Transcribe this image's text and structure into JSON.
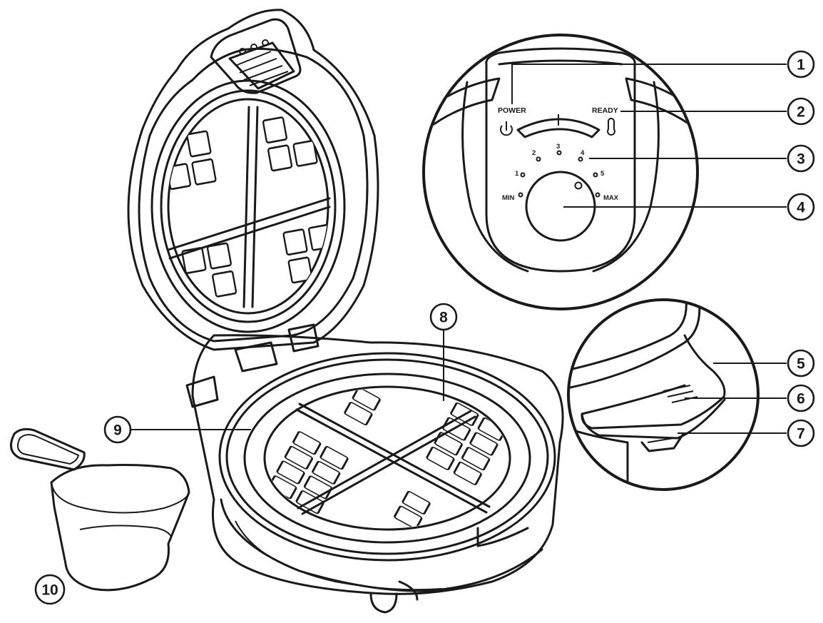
{
  "control_panel": {
    "power_label": "POWER",
    "ready_label": "READY",
    "dial_labels": {
      "min": "MIN",
      "one": "1",
      "two": "2",
      "three": "3",
      "four": "4",
      "five": "5",
      "max": "MAX"
    },
    "power_icon": "power-icon",
    "ready_icon": "thermometer-icon"
  },
  "callouts": {
    "c1": "1",
    "c2": "2",
    "c3": "3",
    "c4": "4",
    "c5": "5",
    "c6": "6",
    "c7": "7",
    "c8": "8",
    "c9": "9",
    "c10": "10"
  },
  "colors": {
    "line": "#1a1a1a",
    "background": "#ffffff"
  }
}
